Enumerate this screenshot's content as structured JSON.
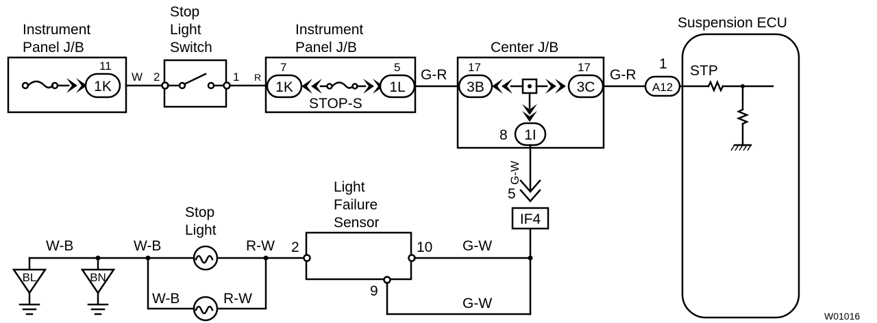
{
  "components": {
    "ipjb_left": {
      "name_line1": "Instrument",
      "name_line2": "Panel J/B",
      "pin": "11",
      "connector": "1K"
    },
    "stop_light_switch": {
      "line1": "Stop",
      "line2": "Light",
      "line3": "Switch",
      "pin_in": "2",
      "pin_out": "1"
    },
    "ipjb_mid": {
      "name_line1": "Instrument",
      "name_line2": "Panel J/B",
      "pin_left": "7",
      "conn_left": "1K",
      "pin_right": "5",
      "conn_right": "1L",
      "fuse": "STOP-S"
    },
    "center_jb": {
      "name": "Center J/B",
      "pin_left": "17",
      "conn_left": "3B",
      "pin_right": "17",
      "conn_right": "3C",
      "pin_bottom": "8",
      "conn_bottom": "1I"
    },
    "suspension_ecu": {
      "name": "Suspension ECU",
      "pin": "1",
      "connector": "A12",
      "terminal": "STP"
    },
    "if4": {
      "pin": "5",
      "connector": "IF4"
    },
    "light_failure_sensor": {
      "line1": "Light",
      "line2": "Failure",
      "line3": "Sensor",
      "pin_left": "2",
      "pin_right": "10",
      "pin_bottom": "9"
    },
    "stop_light": {
      "line1": "Stop",
      "line2": "Light"
    },
    "grounds": {
      "left": "BL",
      "right": "BN"
    }
  },
  "wires": {
    "w1": "W",
    "w2": "R",
    "w3": "G-R",
    "w4": "G-R",
    "w5": "G-W",
    "w6": "G-W",
    "w7": "G-W",
    "wb1": "W-B",
    "wb2": "W-B",
    "wb3": "W-B",
    "rw1": "R-W",
    "rw2": "R-W"
  },
  "figure_id": "W01016"
}
